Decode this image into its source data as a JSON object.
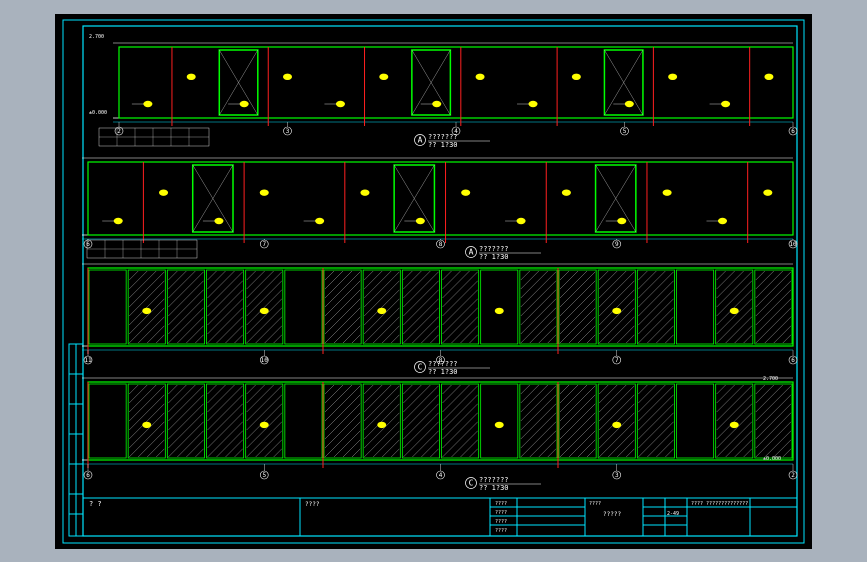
{
  "colors": {
    "background": "#a9b2bd",
    "sheet": "#000000",
    "frame": "#00e5ff",
    "wall": "#00ff00",
    "tag": "#ffff00",
    "axis": "#ff2020",
    "hatch": "#c8c8c8",
    "text": "#ffffff"
  },
  "views": [
    {
      "mark": "A",
      "title": "???????",
      "scale": "??  1?30"
    },
    {
      "mark": "A",
      "title": "???????",
      "scale": "??  1?30"
    },
    {
      "mark": "C",
      "title": "???????",
      "scale": "??  1?30"
    },
    {
      "mark": "C",
      "title": "???????",
      "scale": "??  1?30"
    }
  ],
  "axes": {
    "row1": [
      "2",
      "3",
      "4",
      "5",
      "6"
    ],
    "row2": [
      "6",
      "7",
      "8",
      "9",
      "10"
    ],
    "row3": [
      "11",
      "10",
      "8",
      "7",
      "6"
    ],
    "row4": [
      "6",
      "5",
      "4",
      "3",
      "2"
    ]
  },
  "levels": {
    "top": "2.700",
    "bottom": "±0.000"
  },
  "title_block": {
    "left_note": "? ?",
    "project": "????",
    "drawing_name": "?????",
    "sheet_no": "2-49",
    "labels": [
      "????",
      "????",
      "????",
      "????",
      "????"
    ],
    "company": "????  ??????????????"
  }
}
